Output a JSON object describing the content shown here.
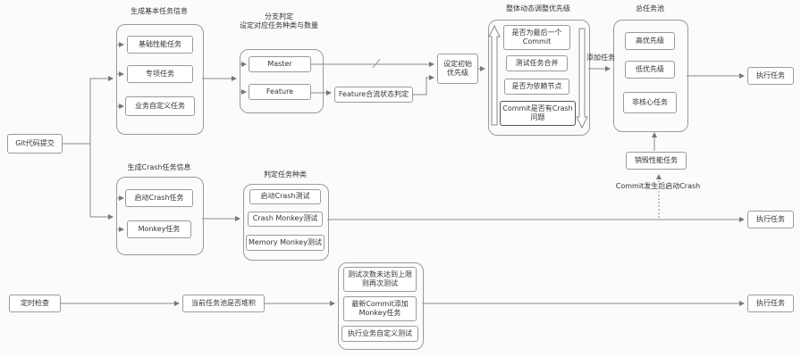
{
  "colors": {
    "canvas_bg": "#fbfbfb",
    "box_border": "#9a9a9a",
    "box_fill": "#ffffff",
    "text": "#333333",
    "line": "#8a8a8a"
  },
  "groups": {
    "basic": {
      "title": "生成基本任务信息"
    },
    "branch": {
      "title_line1": "分支判定",
      "title_line2": "设定对应任务种类与数量"
    },
    "dynamic": {
      "title": "整体动态调整优先级"
    },
    "pool": {
      "title": "总任务池"
    },
    "crash": {
      "title": "生成Crash任务信息"
    },
    "judge": {
      "title": "判定任务种类"
    }
  },
  "nodes": {
    "git_commit": "Git代码提交",
    "basic_perf": "基础性能任务",
    "special_task": "专项任务",
    "custom_task": "业务自定义任务",
    "master": "Master",
    "feature": "Feature",
    "feature_merge": "Feature合流状态判定",
    "init_priority": "设定初始优先级",
    "last_commit": "是否为最后一个 Commit",
    "merge_test": "测试任务合并",
    "dep_node": "是否为依赖节点",
    "commit_crash": "Commit是否有Crash问题",
    "high_priority": "高优先级",
    "low_priority": "低优先级",
    "non_core": "非核心任务",
    "exec_top": "执行任务",
    "destroy_perf": "销毁性能任务",
    "launch_crash_task": "启动Crash任务",
    "monkey_task": "Monkey任务",
    "launch_crash_test": "启动Crash测试",
    "crash_monkey_test": "Crash Monkey测试",
    "memory_monkey_test": "Memory Monkey测试",
    "exec_mid": "执行任务",
    "timed_check": "定时检查",
    "pool_backlog": "当前任务池是否堆积",
    "retry_test": "测试次数未达到上限 则再次测试",
    "latest_commit_monkey": "最新Commit添加 Monkey任务",
    "exec_custom": "执行业务自定义测试",
    "exec_bottom": "执行任务"
  },
  "annotations": {
    "add_task": "添加任务",
    "commit_crash_note": "Commit发生后启动Crash"
  }
}
